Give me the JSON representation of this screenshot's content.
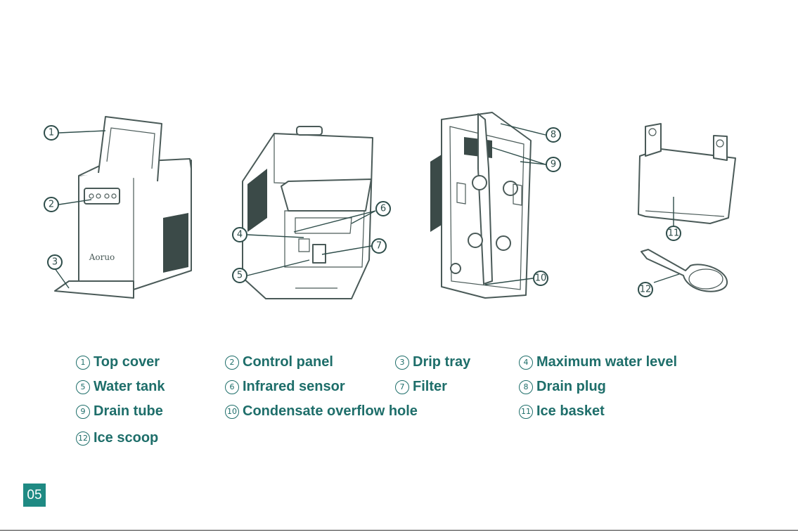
{
  "brand": "Aoruo",
  "callouts": [
    "1",
    "2",
    "3",
    "4",
    "5",
    "6",
    "7",
    "8",
    "9",
    "10",
    "11",
    "12"
  ],
  "legend": [
    {
      "num": "1",
      "label": "Top cover"
    },
    {
      "num": "2",
      "label": "Control panel"
    },
    {
      "num": "3",
      "label": "Drip tray"
    },
    {
      "num": "4",
      "label": "Maximum water level"
    },
    {
      "num": "5",
      "label": "Water tank"
    },
    {
      "num": "6",
      "label": "Infrared sensor"
    },
    {
      "num": "7",
      "label": "Filter"
    },
    {
      "num": "8",
      "label": "Drain plug"
    },
    {
      "num": "9",
      "label": "Drain tube"
    },
    {
      "num": "10",
      "label": "Condensate overflow hole"
    },
    {
      "num": "11",
      "label": "Ice basket"
    },
    {
      "num": "12",
      "label": "Ice scoop"
    }
  ],
  "page_number": "05",
  "colors": {
    "accent": "#1f8a83",
    "text": "#1e6e6a",
    "line": "#4a5a58"
  }
}
